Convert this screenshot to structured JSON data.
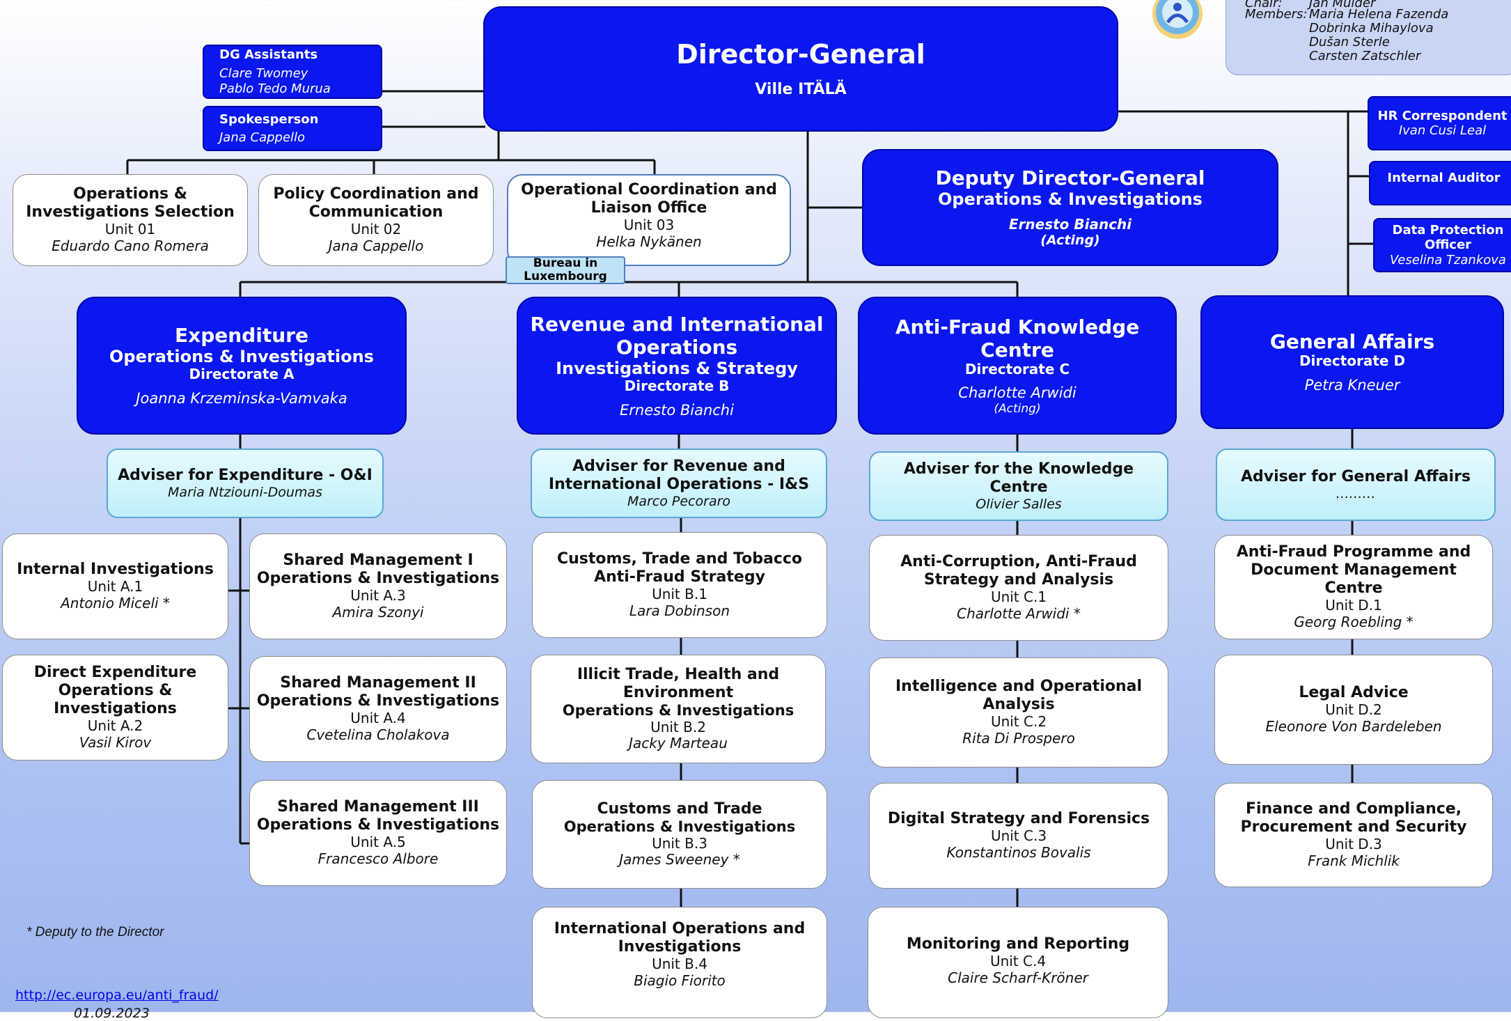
{
  "director_general": {
    "title": "Director-General",
    "name": "Ville ITÄLÄ"
  },
  "dg_assistants": {
    "title": "DG Assistants",
    "names": [
      "Clare Twomey",
      "Pablo Tedo Murua"
    ]
  },
  "spokesperson": {
    "title": "Spokesperson",
    "name": "Jana Cappello"
  },
  "supervisory_committee": {
    "chair_label": "Chair:",
    "chair": "Jan Mulder",
    "members_label": "Members:",
    "members": [
      "Maria Helena Fazenda",
      "Dobrinka Mihaylova",
      "Dušan Sterle",
      "Carsten Zatschler"
    ]
  },
  "side_roles": [
    {
      "title": "HR Correspondent",
      "name": "Ivan Cusi Leal"
    },
    {
      "title": "Internal Auditor",
      "name": ""
    },
    {
      "title": "Data Protection Officer",
      "name": "Veselina Tzankova"
    }
  ],
  "dg_units": [
    {
      "title": "Operations & Investigations Selection",
      "unit": "Unit 01",
      "head": "Eduardo Cano Romera"
    },
    {
      "title": "Policy Coordination and Communication",
      "unit": "Unit 02",
      "head": "Jana Cappello"
    },
    {
      "title": "Operational Coordination and Liaison Office",
      "unit": "Unit 03",
      "head": "Helka Nykänen",
      "sub": "Bureau in Luxembourg"
    }
  ],
  "deputy": {
    "title": "Deputy Director-General",
    "subtitle": "Operations & Investigations",
    "name": "Ernesto Bianchi",
    "note": "(Acting)"
  },
  "directorates": [
    {
      "title": "Expenditure",
      "subtitle": "Operations & Investigations",
      "dir": "Directorate A",
      "name": "Joanna Krzeminska-Vamvaka",
      "note": "",
      "adviser": {
        "title": "Adviser for Expenditure - O&I",
        "name": "Maria Ntziouni-Doumas"
      },
      "units": [
        {
          "title": "Internal Investigations",
          "unit": "Unit A.1",
          "head": "Antonio Miceli *"
        },
        {
          "title": "Direct Expenditure Operations & Investigations",
          "unit": "Unit A.2",
          "head": "Vasil Kirov"
        },
        {
          "title": "Shared Management I Operations & Investigations",
          "unit": "Unit A.3",
          "head": "Amira Szonyi"
        },
        {
          "title": "Shared Management II Operations & Investigations",
          "unit": "Unit A.4",
          "head": "Cvetelina Cholakova"
        },
        {
          "title": "Shared Management III Operations & Investigations",
          "unit": "Unit A.5",
          "head": "Francesco Albore"
        }
      ]
    },
    {
      "title": "Revenue and International Operations",
      "subtitle": "Investigations & Strategy",
      "dir": "Directorate B",
      "name": "Ernesto Bianchi",
      "note": "",
      "adviser": {
        "title": "Adviser for Revenue and International Operations - I&S",
        "name": "Marco Pecoraro"
      },
      "units": [
        {
          "title": "Customs, Trade and Tobacco Anti-Fraud Strategy",
          "unit": "Unit B.1",
          "head": "Lara Dobinson"
        },
        {
          "title": "Illicit Trade, Health and Environment",
          "subtitle": "Operations & Investigations",
          "unit": "Unit B.2",
          "head": "Jacky Marteau"
        },
        {
          "title": "Customs and Trade",
          "subtitle": "Operations & Investigations",
          "unit": "Unit B.3",
          "head": "James Sweeney *"
        },
        {
          "title": "International Operations and Investigations",
          "unit": "Unit B.4",
          "head": "Biagio Fiorito"
        }
      ]
    },
    {
      "title": "Anti-Fraud Knowledge Centre",
      "subtitle": "",
      "dir": "Directorate C",
      "name": "Charlotte Arwidi",
      "note": "(Acting)",
      "adviser": {
        "title": "Adviser for the Knowledge Centre",
        "name": "Olivier Salles"
      },
      "units": [
        {
          "title": "Anti-Corruption, Anti-Fraud Strategy and Analysis",
          "unit": "Unit C.1",
          "head": "Charlotte Arwidi *"
        },
        {
          "title": "Intelligence and Operational Analysis",
          "unit": "Unit C.2",
          "head": "Rita Di Prospero"
        },
        {
          "title": "Digital Strategy and Forensics",
          "unit": "Unit C.3",
          "head": "Konstantinos Bovalis"
        },
        {
          "title": "Monitoring and Reporting",
          "unit": "Unit C.4",
          "head": "Claire Scharf-Kröner"
        }
      ]
    },
    {
      "title": "General Affairs",
      "subtitle": "",
      "dir": "Directorate D",
      "name": "Petra Kneuer",
      "note": "",
      "adviser": {
        "title": "Adviser for General Affairs",
        "name": "………"
      },
      "units": [
        {
          "title": "Anti-Fraud Programme and Document Management Centre",
          "unit": "Unit D.1",
          "head": "Georg Roebling *"
        },
        {
          "title": "Legal Advice",
          "unit": "Unit D.2",
          "head": "Eleonore Von Bardeleben"
        },
        {
          "title": "Finance and Compliance, Procurement and Security",
          "unit": "Unit D.3",
          "head": "Frank Michlik"
        }
      ]
    }
  ],
  "footnote": "* Deputy to the Director",
  "url": "http://ec.europa.eu/anti_fraud/",
  "date": "01.09.2023"
}
